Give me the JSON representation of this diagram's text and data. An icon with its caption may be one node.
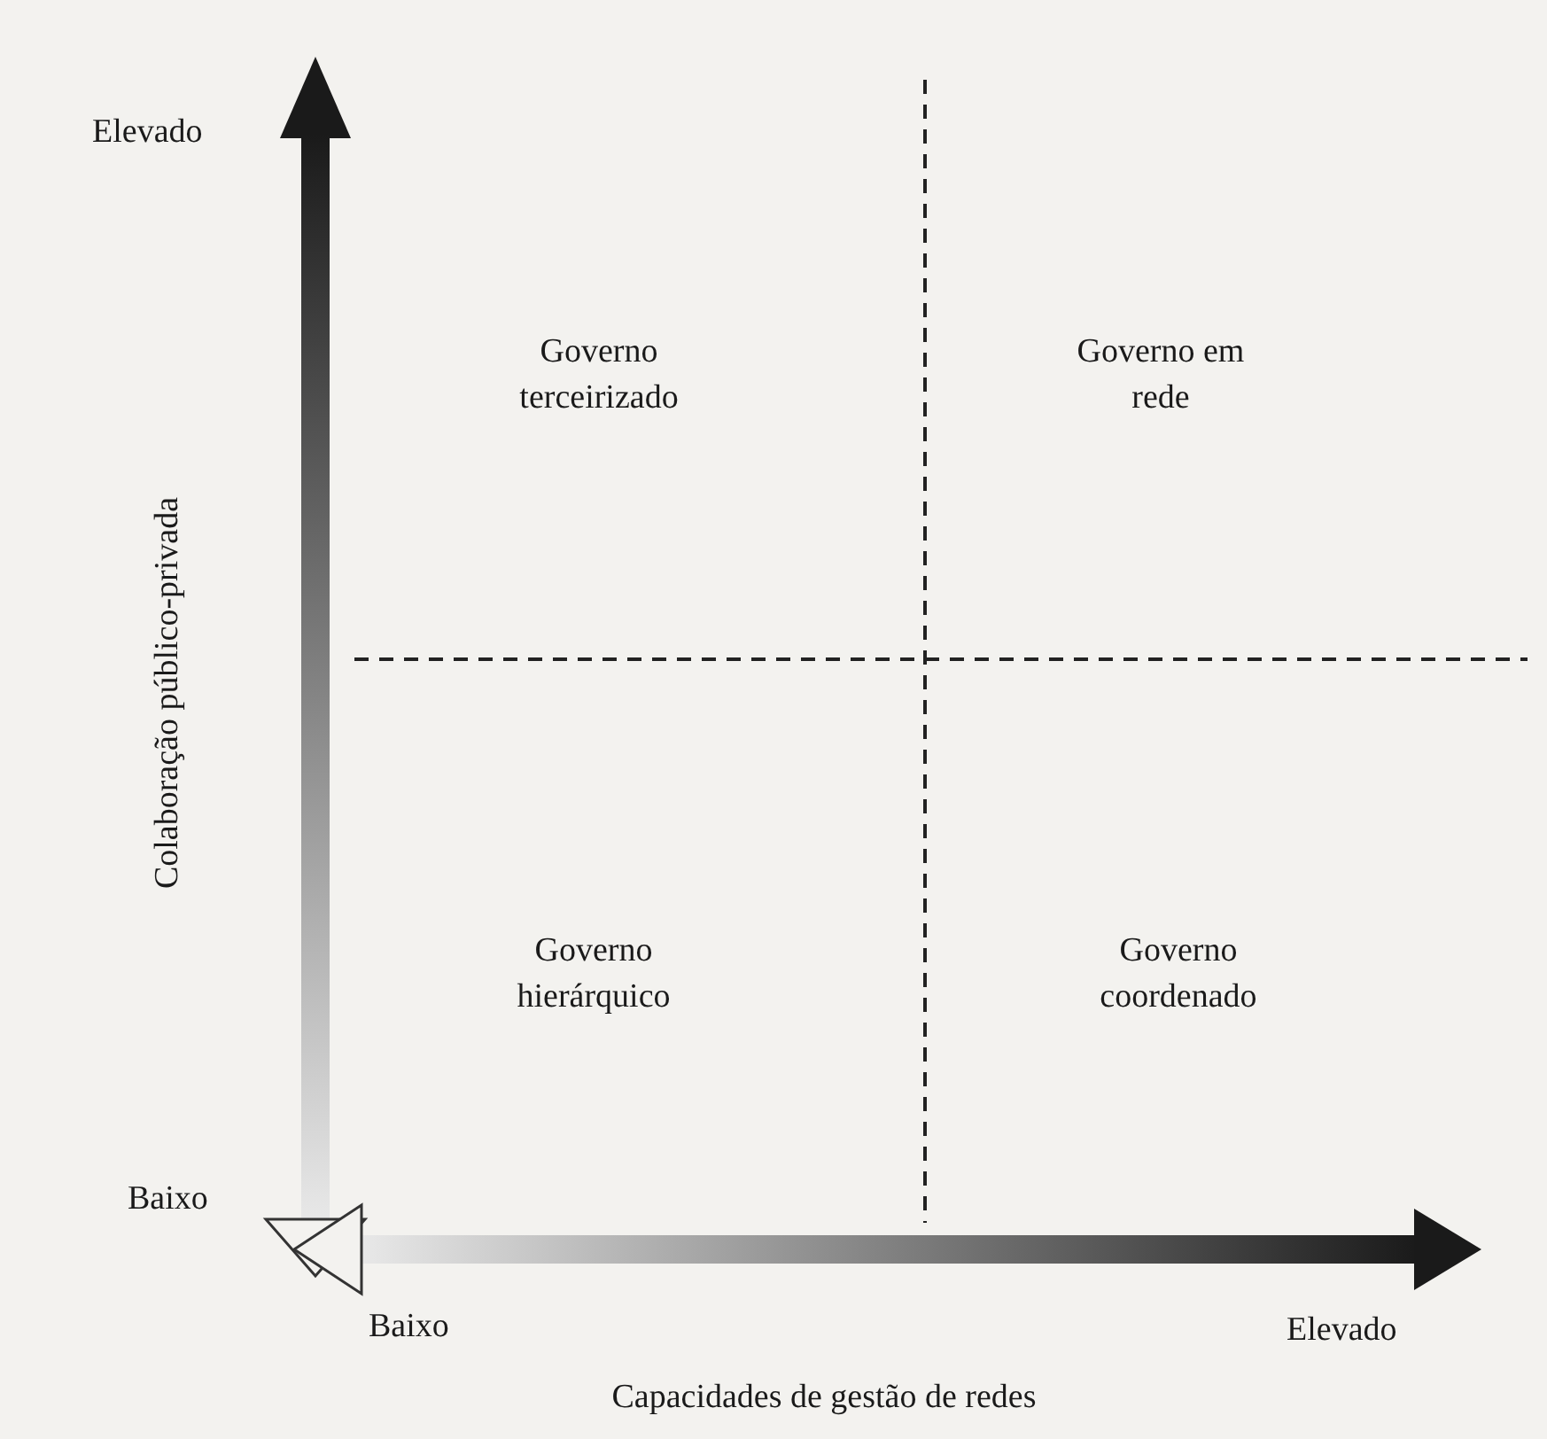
{
  "diagram": {
    "labels": [
      "Elevado",
      "Governo terceirizado",
      "Governo em rede",
      "Colaboração público-privada",
      "Governo hierárquico",
      "Governo coordenado",
      "Baixo",
      "Baixo",
      "Elevado",
      "Capacidades de gestão de redes"
    ]
  }
}
